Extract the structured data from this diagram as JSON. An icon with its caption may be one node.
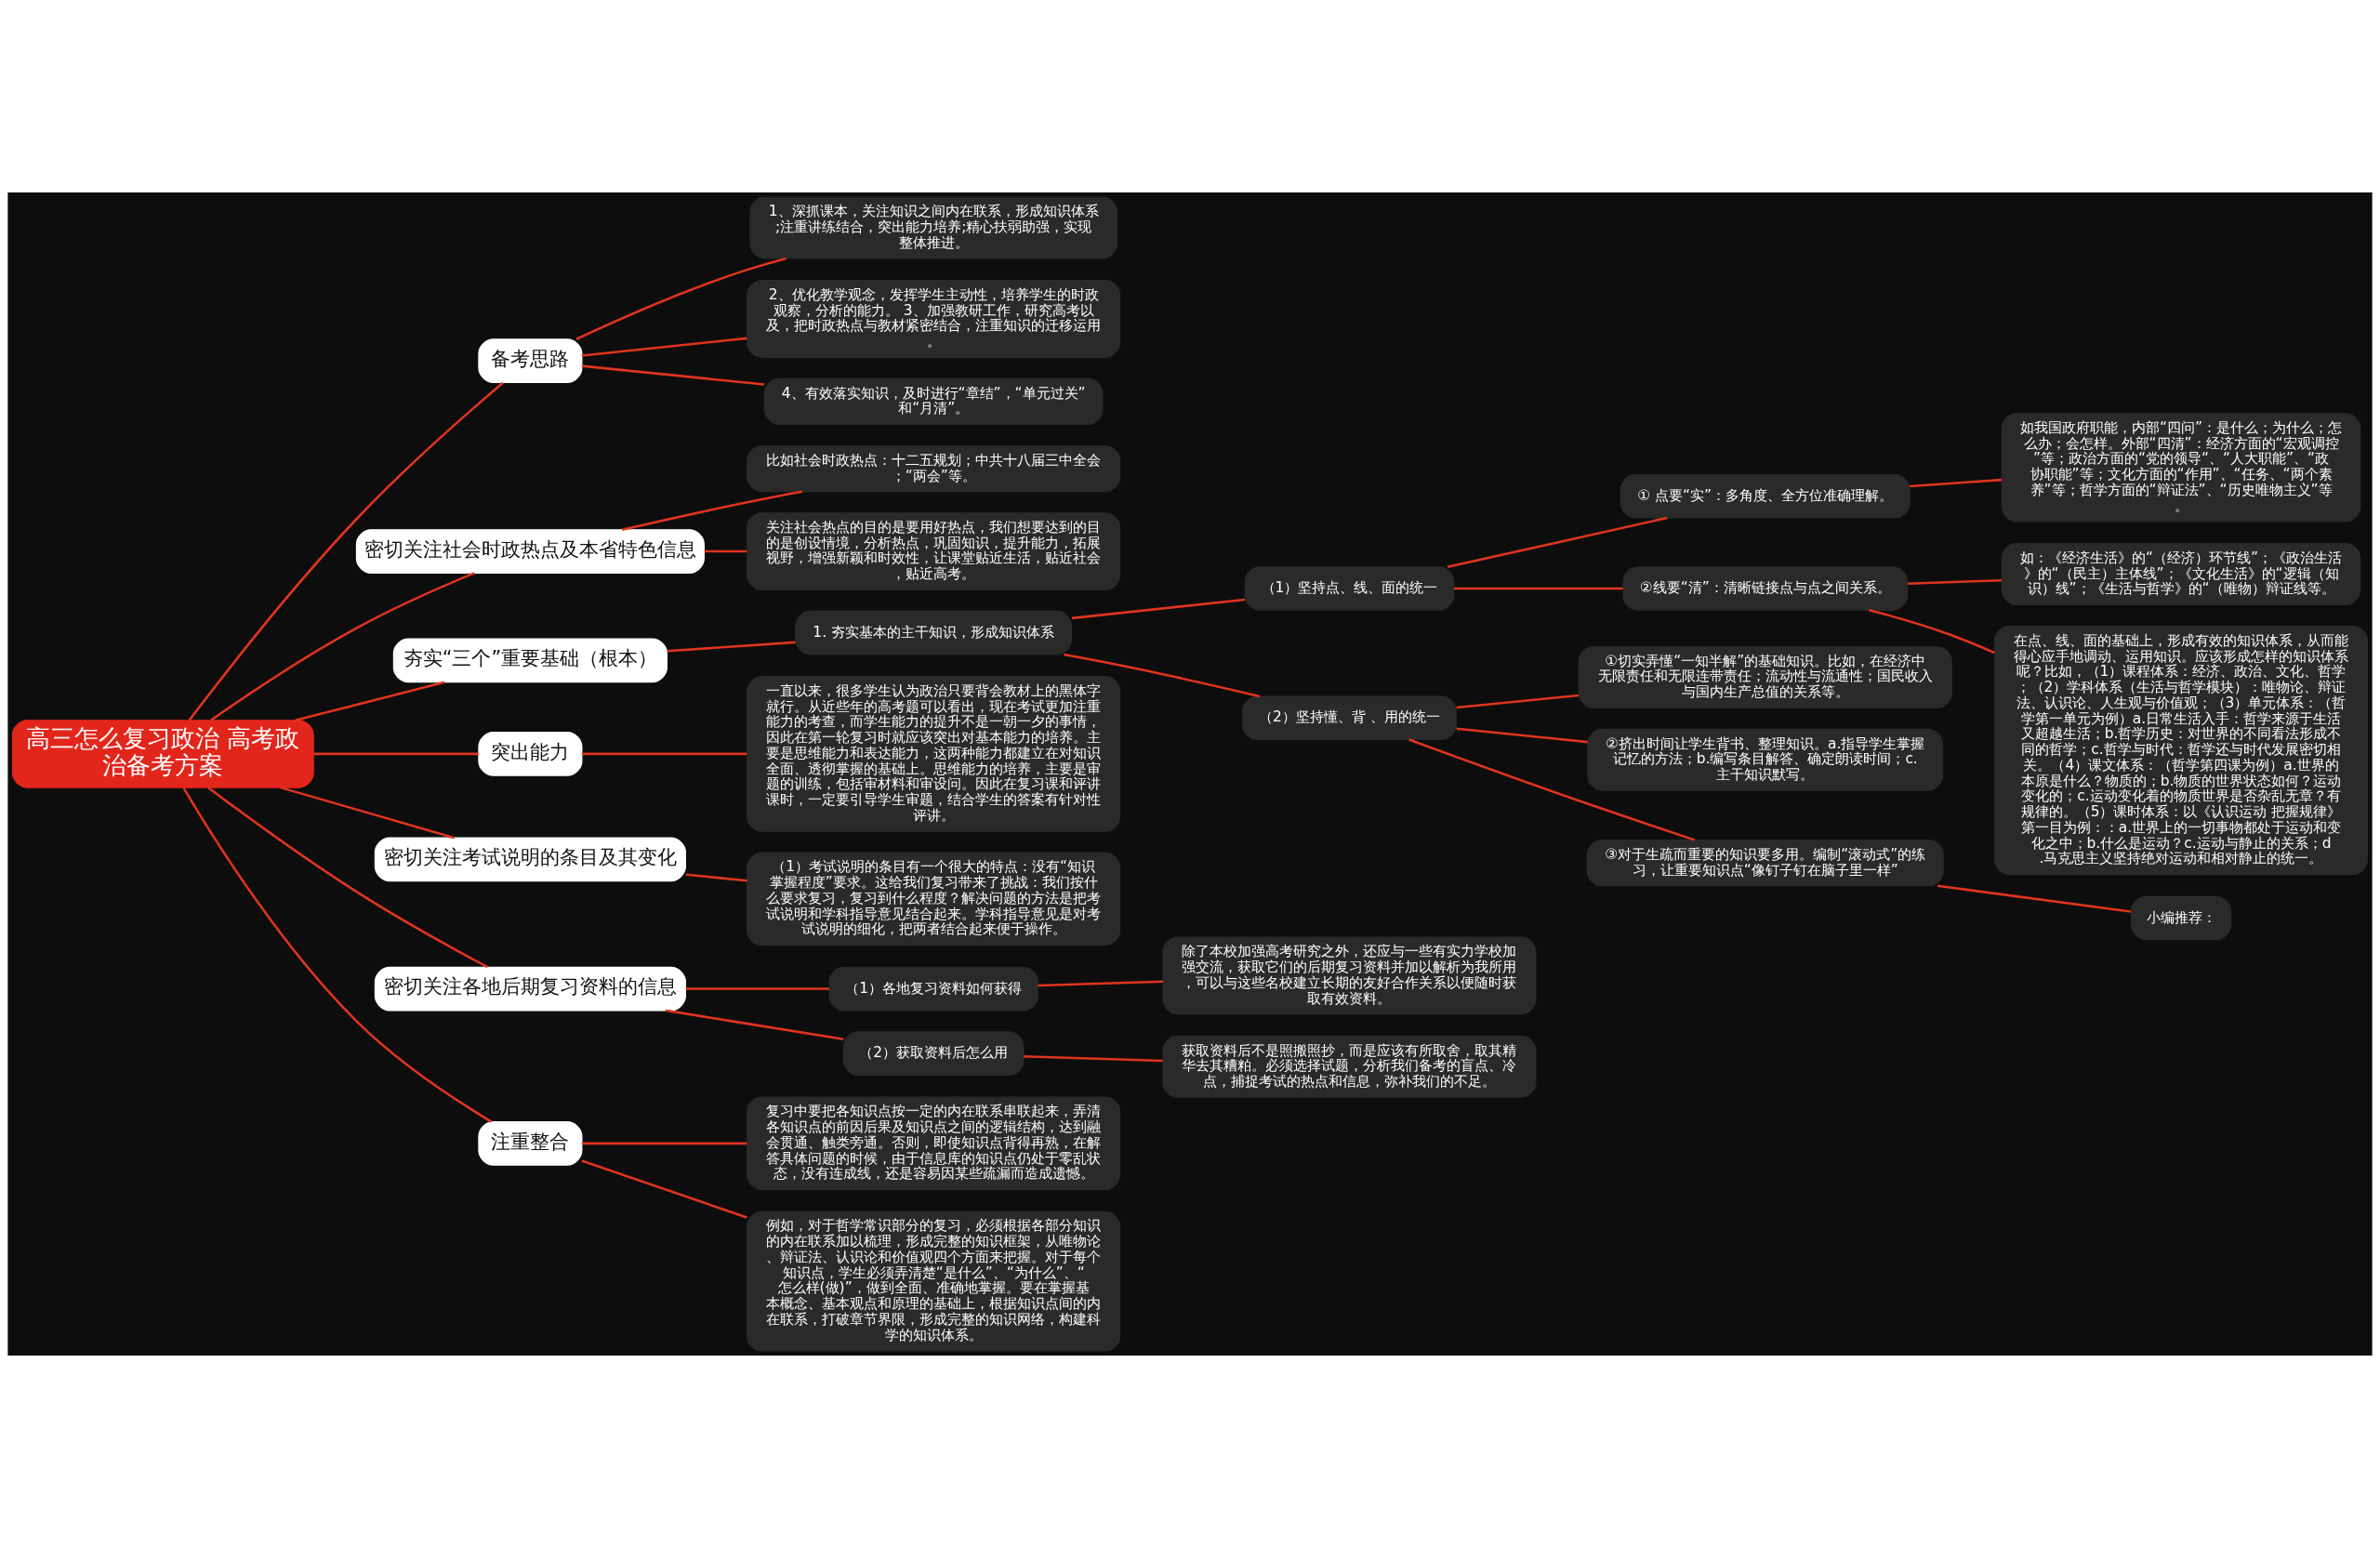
{
  "diagram": {
    "nodes": [
      {
        "text": [
          "高三怎么复习政治 高考政治备考方案"
        ]
      },
      {
        "text": [
          "备考思路"
        ]
      },
      {
        "text": [
          "1、深抓课本，关注知识之间内在联系，形成知识体系;注重讲练结合，突出能力培养;精心扶弱助强，实现整体推进。"
        ]
      },
      {
        "text": [
          "2、优化教学观念，发挥学生主动性，培养学生的时政观察，分析的能力。 3、加强教研工作，研究高考以及，把时政热点与教材紧密结合，注重知识的迁移运用。"
        ]
      },
      {
        "text": [
          "4、有效落实知识，及时进行“章结”，“单元过关”和“月清”。"
        ]
      },
      {
        "text": [
          "密切关注社会时政热点及本省特色信息"
        ]
      },
      {
        "text": [
          "比如社会时政热点：十二五规划；中共十八届三中全会；“两会”等。"
        ]
      },
      {
        "text": [
          "关注社会热点的目的是要用好热点，我们想要达到的目的是创设情境，分析热点，巩固知识，提升能力，拓展视野，增强新颖和时效性，让课堂贴近生活，贴近社会，贴近高考。"
        ]
      },
      {
        "text": [
          "夯实“三个”重要基础（根本）"
        ]
      },
      {
        "text": [
          "1. 夯实基本的主干知识，形成知识体系"
        ]
      },
      {
        "text": [
          "（1）坚持点、线、面的统一"
        ]
      },
      {
        "text": [
          "① 点要“实”：多角度、全方位准确理解。"
        ]
      },
      {
        "text": [
          "如我国政府职能，内部“四问”：是什么；为什么；怎么办；会怎样。外部“四清”：经济方面的“宏观调控”等；政治方面的“党的领导“、“人大职能”、“政协职能”等；文化方面的“作用”、“任务、“两个素养”等；哲学方面的“辩证法”、“历史唯物主义”等。"
        ]
      },
      {
        "text": [
          "②线要“清”：清晰链接点与点之间关系。"
        ]
      },
      {
        "text": [
          "如：《经济生活》的“（经济）环节线”；《政治生活》的“（民主）主体线”；《文化生活》的“逻辑（知识）线”；《生活与哲学》的“（唯物）辩证线等。"
        ]
      },
      {
        "text": [
          "在点、线、面的基础上，形成有效的知识体系，从而能得心应手地调动、运用知识。应该形成怎样的知识体系呢？比如，（1）课程体系：经济、政治、文化、哲学；（2）学科体系（生活与哲学模块）：唯物论、辩证法、认识论、人生观与价值观；（3）单元体系：（哲学第一单元为例）a.日常生活入手：哲学来源于生活又超越生活；b.哲学历史：对世界的不同看法形成不同的哲学；c.哲学与时代：哲学还与时代发展密切相关。（4）课文体系：（哲学第四课为例）a.世界的本原是什么？物质的；b.物质的世界状态如何？运动变化的；c.运动变化着的物质世界是否杂乱无章？有规律的。（5）课时体系：以《认识运动 把握规律》第一目为例：：a.世界上的一切事物都处于运动和变化之中；b.什么是运动？c.运动与静止的关系；d.马克思主义坚持绝对运动和相对静止的统一。"
        ]
      },
      {
        "text": [
          "（2）坚持懂、背 、用的统一"
        ]
      },
      {
        "text": [
          "①切实弄懂“一知半解”的基础知识。比如，在经济中无限责任和无限连带责任；流动性与流通性；国民收入与国内生产总值的关系等。"
        ]
      },
      {
        "text": [
          "②挤出时间让学生背书、整理知识。a.指导学生掌握记忆的方法；b.编写条目解答、确定朗读时间；c.主干知识默写。"
        ]
      },
      {
        "text": [
          "③对于生疏而重要的知识要多用。编制“滚动式”的练习，让重要知识点“像钉子钉在脑子里一样”"
        ]
      },
      {
        "text": [
          "小编推荐："
        ]
      },
      {
        "text": [
          "突出能力"
        ]
      },
      {
        "text": [
          "一直以来，很多学生认为政治只要背会教材上的黑体字就行。从近些年的高考题可以看出，现在考试更加注重能力的考查，而学生能力的提升不是一朝一夕的事情，因此在第一轮复习时就应该突出对基本能力的培养。主要是思维能力和表达能力，这两种能力都建立在对知识全面、透彻掌握的基础上。思维能力的培养，主要是审题的训练，包括审材料和审设问。因此在复习课和评讲课时，一定要引导学生审题，结合学生的答案有针对性评讲。"
        ]
      },
      {
        "text": [
          "密切关注考试说明的条目及其变化"
        ]
      },
      {
        "text": [
          "（1）考试说明的条目有一个很大的特点：没有“知识掌握程度”要求。这给我们复习带来了挑战：我们按什么要求复习，复习到什么程度？解决问题的方法是把考试说明和学科指导意见结合起来。学科指导意见是对考试说明的细化，把两者结合起来便于操作。"
        ]
      },
      {
        "text": [
          "密切关注各地后期复习资料的信息"
        ]
      },
      {
        "text": [
          "（1）各地复习资料如何获得"
        ]
      },
      {
        "text": [
          "除了本校加强高考研究之外，还应与一些有实力学校加强交流，获取它们的后期复习资料并加以解析为我所用，可以与这些名校建立长期的友好合作关系以便随时获取有效资料。"
        ]
      },
      {
        "text": [
          "（2）获取资料后怎么用"
        ]
      },
      {
        "text": [
          "获取资料后不是照搬照抄，而是应该有所取舍，取其精华去其糟粕。必须选择试题，分析我们备考的盲点、冷点，捕捉考试的热点和信息，弥补我们的不足。"
        ]
      },
      {
        "text": [
          "注重整合"
        ]
      },
      {
        "text": [
          "复习中要把各知识点按一定的内在联系串联起来，弄清各知识点的前因后果及知识点之间的逻辑结构，达到融会贯通、触类旁通。否则，即使知识点背得再熟，在解答具体问题的时候，由于信息库的知识点仍处于零乱状态，没有连成线，还是容易因某些疏漏而造成遗憾。"
        ]
      },
      {
        "text": [
          "例如，对于哲学常识部分的复习，必须根据各部分知识的内在联系加以梳理，形成完整的知识框架，从唯物论、辩证法、认识论和价值观四个方面来把握。对于每个知识点，学生必须弄清楚“是什么”、“为什么”、“怎么样(做)”，做到全面、准确地掌握。要在掌握基本概念、基本观点和原理的基础上，根据知识点间的内在联系，打破章节界限，形成完整的知识网络，构建科学的知识体系。"
        ]
      }
    ],
    "edges": [
      {
        "from": 0,
        "to": 1,
        "arrow": "none"
      },
      {
        "from": 1,
        "to": 2,
        "arrow": "none"
      },
      {
        "from": 1,
        "to": 3,
        "arrow": "none"
      },
      {
        "from": 1,
        "to": 4,
        "arrow": "none"
      },
      {
        "from": 0,
        "to": 5,
        "arrow": "none"
      },
      {
        "from": 5,
        "to": 6,
        "arrow": "none"
      },
      {
        "from": 5,
        "to": 7,
        "arrow": "none"
      },
      {
        "from": 0,
        "to": 8,
        "arrow": "none"
      },
      {
        "from": 8,
        "to": 9,
        "arrow": "none"
      },
      {
        "from": 9,
        "to": 10,
        "arrow": "none"
      },
      {
        "from": 10,
        "to": 11,
        "arrow": "none"
      },
      {
        "from": 11,
        "to": 12,
        "arrow": "none"
      },
      {
        "from": 10,
        "to": 13,
        "arrow": "none"
      },
      {
        "from": 13,
        "to": 14,
        "arrow": "none"
      },
      {
        "from": 13,
        "to": 15,
        "arrow": "none"
      },
      {
        "from": 9,
        "to": 16,
        "arrow": "none"
      },
      {
        "from": 16,
        "to": 17,
        "arrow": "none"
      },
      {
        "from": 16,
        "to": 18,
        "arrow": "none"
      },
      {
        "from": 16,
        "to": 19,
        "arrow": "none"
      },
      {
        "from": 19,
        "to": 20,
        "arrow": "none"
      },
      {
        "from": 0,
        "to": 21,
        "arrow": "none"
      },
      {
        "from": 21,
        "to": 22,
        "arrow": "none"
      },
      {
        "from": 0,
        "to": 23,
        "arrow": "none"
      },
      {
        "from": 23,
        "to": 24,
        "arrow": "none"
      },
      {
        "from": 0,
        "to": 25,
        "arrow": "none"
      },
      {
        "from": 25,
        "to": 26,
        "arrow": "none"
      },
      {
        "from": 26,
        "to": 27,
        "arrow": "none"
      },
      {
        "from": 25,
        "to": 28,
        "arrow": "none"
      },
      {
        "from": 28,
        "to": 29,
        "arrow": "none"
      },
      {
        "from": 0,
        "to": 30,
        "arrow": "none"
      },
      {
        "from": 30,
        "to": 31,
        "arrow": "none"
      },
      {
        "from": 30,
        "to": 32,
        "arrow": "none"
      }
    ]
  }
}
